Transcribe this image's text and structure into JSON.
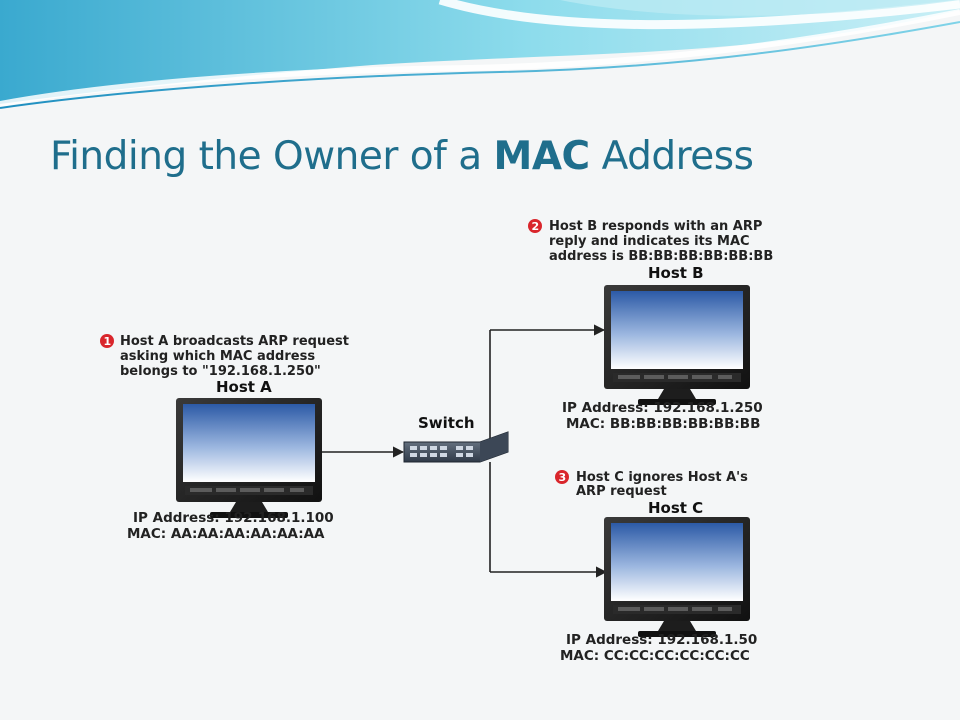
{
  "slide": {
    "title_pre": "Finding the Owner of a ",
    "title_bold": "MAC",
    "title_post": " Address"
  },
  "colors": {
    "title": "#1f6e8c",
    "accent_wave": "#5fc3df",
    "badge": "#d9262c",
    "screen_top": "#2c5aa6",
    "screen_bottom": "#ffffff"
  },
  "switch": {
    "label": "Switch"
  },
  "hosts": {
    "a": {
      "name": "Host A",
      "ip": "IP Address: 192.168.1.100",
      "mac": "MAC: AA:AA:AA:AA:AA:AA"
    },
    "b": {
      "name": "Host B",
      "ip": "IP Address: 192.168.1.250",
      "mac": "MAC: BB:BB:BB:BB:BB:BB"
    },
    "c": {
      "name": "Host C",
      "ip": "IP Address: 192.168.1.50",
      "mac": "MAC: CC:CC:CC:CC:CC:CC"
    }
  },
  "steps": [
    {
      "num": "1",
      "lines": [
        "Host A broadcasts ARP request",
        "asking which MAC address",
        "belongs to \"192.168.1.250\""
      ]
    },
    {
      "num": "2",
      "lines": [
        "Host B responds with an ARP",
        "reply and indicates its MAC",
        "address is BB:BB:BB:BB:BB:BB"
      ]
    },
    {
      "num": "3",
      "lines": [
        "Host C ignores Host A's",
        "ARP request"
      ]
    }
  ]
}
